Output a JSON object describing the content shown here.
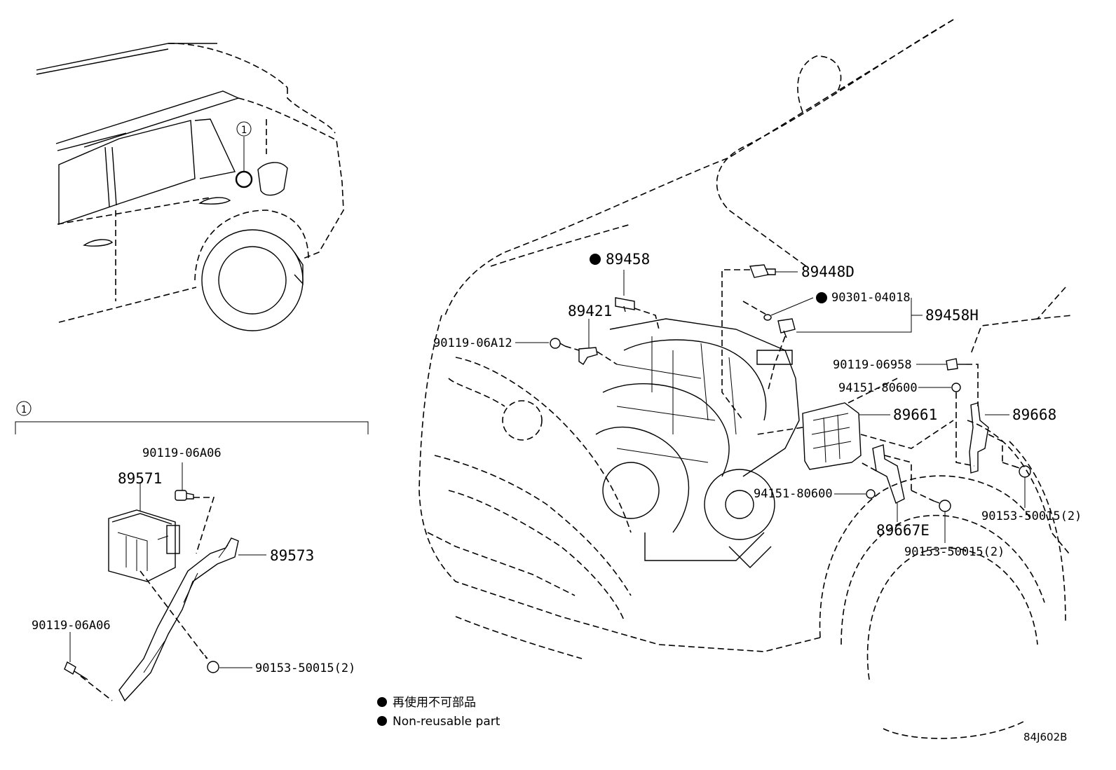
{
  "callout": {
    "index": "1"
  },
  "detail_box": {
    "index": "1"
  },
  "parts": {
    "p89458": "89458",
    "p89421": "89421",
    "p89448D": "89448D",
    "p90301": "90301-04018",
    "p89458H": "89458H",
    "p90119_06A12": "90119-06A12",
    "p90119_06958": "90119-06958",
    "p94151_a": "94151-80600",
    "p89661": "89661",
    "p89668": "89668",
    "p94151_b": "94151-80600",
    "p89667E": "89667E",
    "p90153_a": "90153-50015(2)",
    "p90153_b": "90153-50015(2)",
    "d90119_top": "90119-06A06",
    "d89571": "89571",
    "d89573": "89573",
    "d90119_left": "90119-06A06",
    "d90153": "90153-50015(2)"
  },
  "legend": {
    "jp": "再使用不可部品",
    "en": "Non-reusable part",
    "bullet_icon": "filled-circle"
  },
  "diagram_code": "84J602B"
}
